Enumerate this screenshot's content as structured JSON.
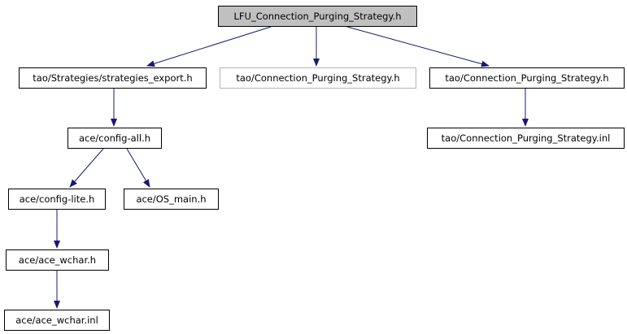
{
  "diagram": {
    "title": "LFU_Connection_Purging_Strategy.h include dependency graph",
    "type": "include-dependency-graph",
    "colors": {
      "background": "#ffffff",
      "edge": "#191970",
      "node_border": "#000000",
      "current_node_fill": "#c0c0c0",
      "muted_node_border": "#b4b4b4",
      "text": "#000000"
    },
    "nodes": [
      {
        "id": "lfu",
        "label": "LFU_Connection_Purging_Strategy.h",
        "style": "current"
      },
      {
        "id": "strategies_export",
        "label": "tao/Strategies/strategies_export.h",
        "style": "normal"
      },
      {
        "id": "cps_h_mid",
        "label": "tao/Connection_Purging_Strategy.h",
        "style": "muted"
      },
      {
        "id": "cps_h_right",
        "label": "tao/Connection_Purging_Strategy.h",
        "style": "normal"
      },
      {
        "id": "cps_inl",
        "label": "tao/Connection_Purging_Strategy.inl",
        "style": "normal"
      },
      {
        "id": "config_all",
        "label": "ace/config-all.h",
        "style": "normal"
      },
      {
        "id": "config_lite",
        "label": "ace/config-lite.h",
        "style": "normal"
      },
      {
        "id": "os_main",
        "label": "ace/OS_main.h",
        "style": "normal"
      },
      {
        "id": "ace_wchar_h",
        "label": "ace/ace_wchar.h",
        "style": "normal"
      },
      {
        "id": "ace_wchar_inl",
        "label": "ace/ace_wchar.inl",
        "style": "normal"
      }
    ],
    "edges": [
      {
        "from": "lfu",
        "to": "strategies_export"
      },
      {
        "from": "lfu",
        "to": "cps_h_mid"
      },
      {
        "from": "lfu",
        "to": "cps_h_right"
      },
      {
        "from": "strategies_export",
        "to": "config_all"
      },
      {
        "from": "cps_h_right",
        "to": "cps_inl"
      },
      {
        "from": "config_all",
        "to": "config_lite"
      },
      {
        "from": "config_all",
        "to": "os_main"
      },
      {
        "from": "config_lite",
        "to": "ace_wchar_h"
      },
      {
        "from": "ace_wchar_h",
        "to": "ace_wchar_inl"
      }
    ]
  }
}
